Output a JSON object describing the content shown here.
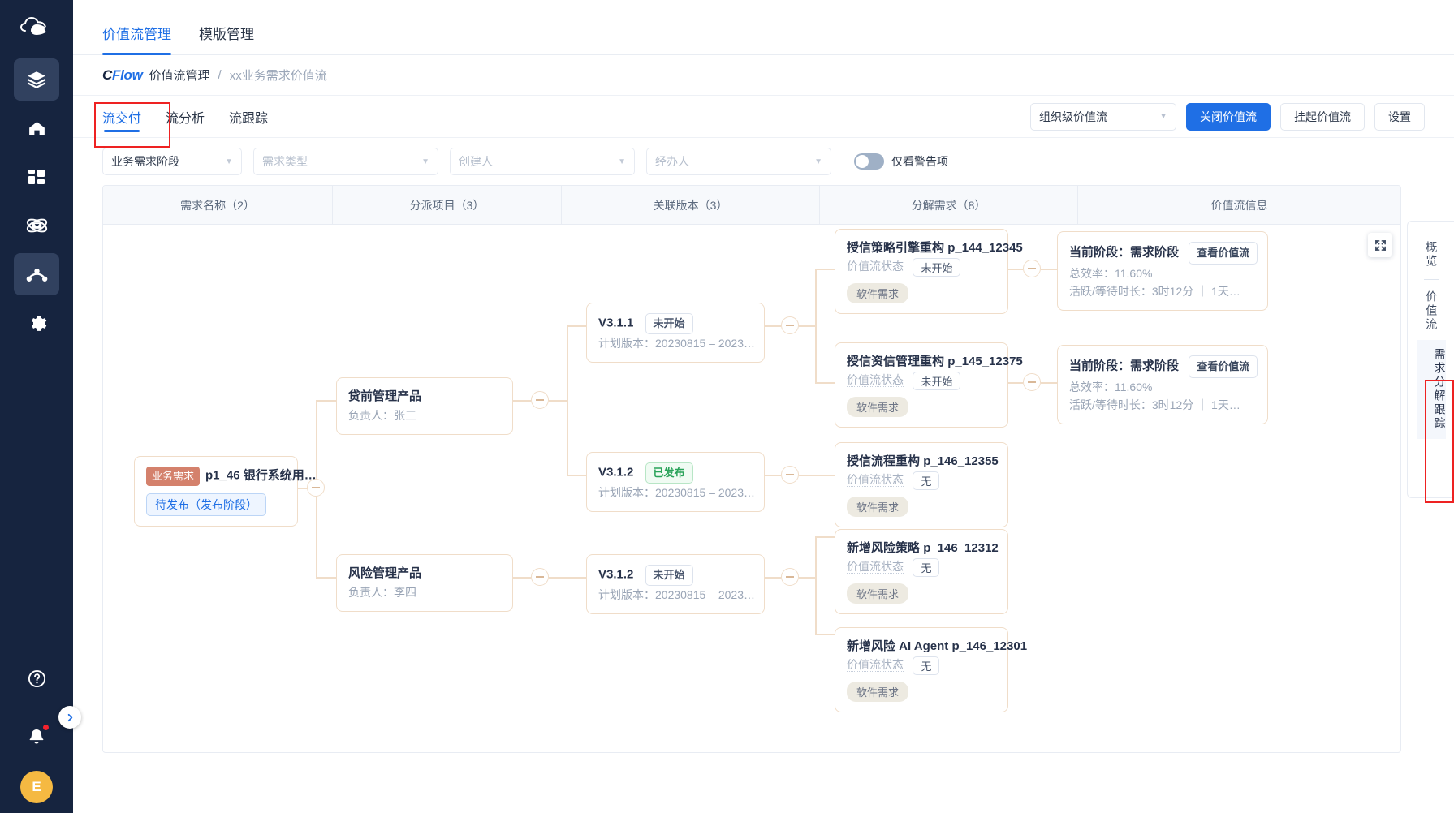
{
  "rail": {
    "logo_icon": "cloud-logo-icon",
    "items": [
      {
        "name": "layers-icon",
        "active": true
      },
      {
        "name": "home-icon",
        "active": false
      },
      {
        "name": "dashboard-icon",
        "active": false
      },
      {
        "name": "atom-icon",
        "active": false
      },
      {
        "name": "valuestream-icon",
        "active": true
      },
      {
        "name": "gear-icon",
        "active": false
      }
    ],
    "help_icon": "help-circle-icon",
    "bell_icon": "bell-icon",
    "avatar_initial": "E",
    "expander_icon": "chevron-right-icon"
  },
  "topnav": {
    "items": [
      {
        "label": "价值流管理",
        "active": true
      },
      {
        "label": "模版管理",
        "active": false
      }
    ]
  },
  "breadcrumb": {
    "brand_c": "C",
    "brand_flow": "Flow",
    "root": "价值流管理",
    "sep": "/",
    "current": "xx业务需求价值流"
  },
  "subtabs": {
    "items": [
      {
        "label": "流交付",
        "active": true
      },
      {
        "label": "流分析",
        "active": false
      },
      {
        "label": "流跟踪",
        "active": false
      }
    ],
    "scope_select": "组织级价值流",
    "close_button": "关闭价值流",
    "suspend_button": "挂起价值流",
    "settings_button": "设置"
  },
  "filters": {
    "stage": {
      "value": "业务需求阶段",
      "placeholder": "业务需求阶段",
      "filled": true
    },
    "type": {
      "value": "",
      "placeholder": "需求类型",
      "filled": false
    },
    "creator": {
      "value": "",
      "placeholder": "创建人",
      "filled": false
    },
    "handler": {
      "value": "",
      "placeholder": "经办人",
      "filled": false
    },
    "warn_toggle_label": "仅看警告项",
    "warn_toggle_on": false
  },
  "board": {
    "columns": [
      "需求名称（2）",
      "分派项目（3）",
      "关联版本（3）",
      "分解需求（8）",
      "价值流信息"
    ],
    "expand_icon": "expand-fullscreen-icon",
    "root_node": {
      "tag": "业务需求",
      "title": "p1_46 银行系统用…",
      "status": "待发布（发布阶段）"
    },
    "products": [
      {
        "title": "贷前管理产品",
        "owner": "负责人：张三"
      },
      {
        "title": "风险管理产品",
        "owner": "负责人：李四"
      }
    ],
    "versions": [
      {
        "name": "V3.1.1",
        "status": "未开始",
        "status_kind": "default",
        "plan": "计划版本：20230815 – 2023…"
      },
      {
        "name": "V3.1.2",
        "status": "已发布",
        "status_kind": "green",
        "plan": "计划版本：20230815 – 2023…"
      },
      {
        "name": "V3.1.2",
        "status": "未开始",
        "status_kind": "default",
        "plan": "计划版本：20230815 – 2023…"
      }
    ],
    "sub_label": "价值流状态",
    "sub_chip": "软件需求",
    "subrequirements": [
      {
        "title": "授信策略引擎重构",
        "code": "p_144_12345",
        "state": "未开始"
      },
      {
        "title": "授信资信管理重构",
        "code": "p_145_12375",
        "state": "未开始"
      },
      {
        "title": "授信流程重构",
        "code": "p_146_12355",
        "state": "无"
      },
      {
        "title": "新增风险策略",
        "code": "p_146_12312",
        "state": "无"
      },
      {
        "title": "新增风险 AI Agent",
        "code": "p_146_12301",
        "state": "无"
      }
    ],
    "flowinfos": [
      {
        "stage_label": "当前阶段：需求阶段",
        "view_button": "查看价值流",
        "efficiency": "总效率：11.60%",
        "duration": "活跃/等待时长：3时12分 ｜ 1天…"
      },
      {
        "stage_label": "当前阶段：需求阶段",
        "view_button": "查看价值流",
        "efficiency": "总效率：11.60%",
        "duration": "活跃/等待时长：3时12分 ｜ 1天…"
      }
    ]
  },
  "right_panel": {
    "items": [
      {
        "label": "概览",
        "selected": false
      },
      {
        "label": "价值流",
        "selected": false
      },
      {
        "label": "需求分解跟踪",
        "selected": true
      }
    ]
  }
}
